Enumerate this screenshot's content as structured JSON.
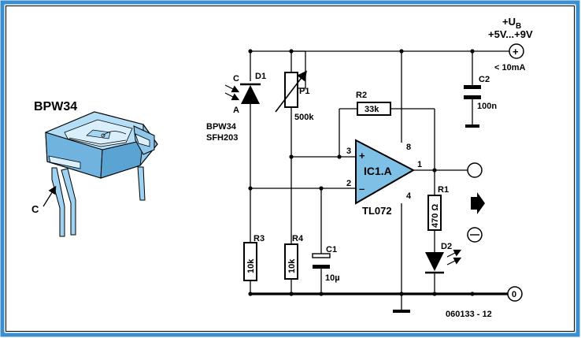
{
  "colors": {
    "frame": "#3a8fd0",
    "component_body": "#8ec7ea",
    "ground_bar": "#000000",
    "ic_fill": "#7fc1e6"
  },
  "photodiode_drawing": {
    "title": "BPW34",
    "pin_label": "C",
    "icon": "bpw34-package-icon"
  },
  "components": {
    "d1": {
      "ref": "D1",
      "cathode": "C",
      "anode": "A",
      "part1": "BPW34",
      "part2": "SFH203"
    },
    "p1": {
      "ref": "P1",
      "value": "500k"
    },
    "r2": {
      "ref": "R2",
      "value": "33k"
    },
    "r3": {
      "ref": "R3",
      "value": "10k"
    },
    "r4": {
      "ref": "R4",
      "value": "10k"
    },
    "c1": {
      "ref": "C1",
      "value": "10µ"
    },
    "c2": {
      "ref": "C2",
      "value": "100n"
    },
    "r1": {
      "ref": "R1",
      "value": "470 Ω"
    },
    "d2": {
      "ref": "D2"
    },
    "ic": {
      "ref": "IC1.A",
      "part": "TL072",
      "pin_plus": "+",
      "pin_minus": "–",
      "pin1": "1",
      "pin2": "2",
      "pin3": "3",
      "pin4": "4",
      "pin8": "8"
    }
  },
  "supply": {
    "name_main": "+U",
    "name_sub": "B",
    "range": "+5V...+9V",
    "current": "< 10mA",
    "plus": "+"
  },
  "output_terminal": {
    "symbol": "icon",
    "icon": "output-terminal-icon"
  },
  "ground_terminal": {
    "symbol": "0"
  },
  "figure_code": "060133 - 12"
}
